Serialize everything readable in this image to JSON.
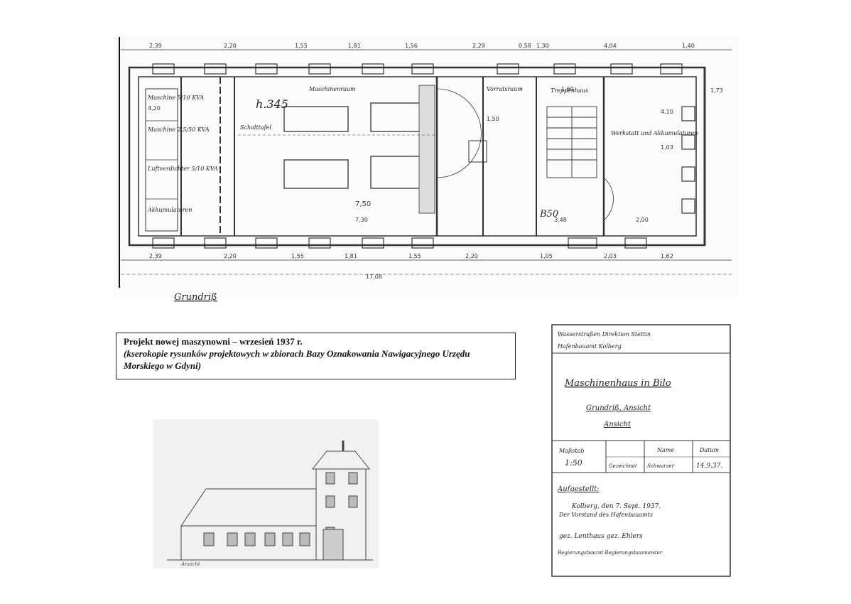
{
  "floorplan": {
    "heading": "Grundriß",
    "dims_top": [
      "2,39",
      "2,20",
      "1,55",
      "1,81",
      "1,56",
      "2,29",
      "0,58",
      "1,30",
      "4,04",
      "1,40"
    ],
    "dims_bottom": [
      "2,39",
      "2,20",
      "1,55",
      "1,81",
      "1,55",
      "2,20",
      "1,05",
      "2,03",
      "1,62"
    ],
    "total_length": "17,08",
    "rooms": {
      "main_hall": "Maschinenraum",
      "generator1": "Maschine 5/10 KVA",
      "generator2": "Maschine 2,5/50 KVA",
      "generator3": "Luftverdichter 5/10 KVA",
      "switchboard": "Schalttafel",
      "accumulator": "Akkumulatoren",
      "store": "Vorratsraum",
      "stairs": "Treppenhaus",
      "workshop": "Werkstatt und Akkumulatoren"
    },
    "notes": [
      "4,20",
      "4,10",
      "1,03",
      "1,73",
      "7,50",
      "7,30",
      "3,48",
      "2,00",
      "1,60",
      "1,50"
    ],
    "pencil_note": "h.345",
    "scale_note": "B50"
  },
  "caption": {
    "title": "Projekt nowej maszynowni – wrzesień 1937 r.",
    "subtitle": "(kserokopie rysunków projektowych w zbiorach Bazy Oznakowania Nawigacyjnego Urzędu Morskiego w Gdyni)"
  },
  "titleblock": {
    "authority_1": "Wasserstraßen Direktion Stettin",
    "authority_2": "Hafenbauamt Kolberg",
    "project": "Maschinenhaus in Bilo",
    "drawing": "Grundriß, Ansicht",
    "drawing_2": "Ansicht",
    "scale_label": "Maßstab",
    "scale_value": "1:50",
    "name_label": "Name",
    "date_label": "Datum",
    "drawn_label": "Gezeichnet",
    "drawn_by": "Schwarzer",
    "date_value": "14.9.37.",
    "approved_heading": "Aufgestellt:",
    "approved_line": "Kolberg, den 7. Sept. 1937.",
    "approved_by": "Der Vorstand des Hafenbauamts",
    "signatures": "gez. Lenthaus  gez. Ehlers",
    "roles": "Regierungsbaurat  Regierungsbaumeister"
  },
  "elevation": {
    "label": "Ansicht"
  }
}
